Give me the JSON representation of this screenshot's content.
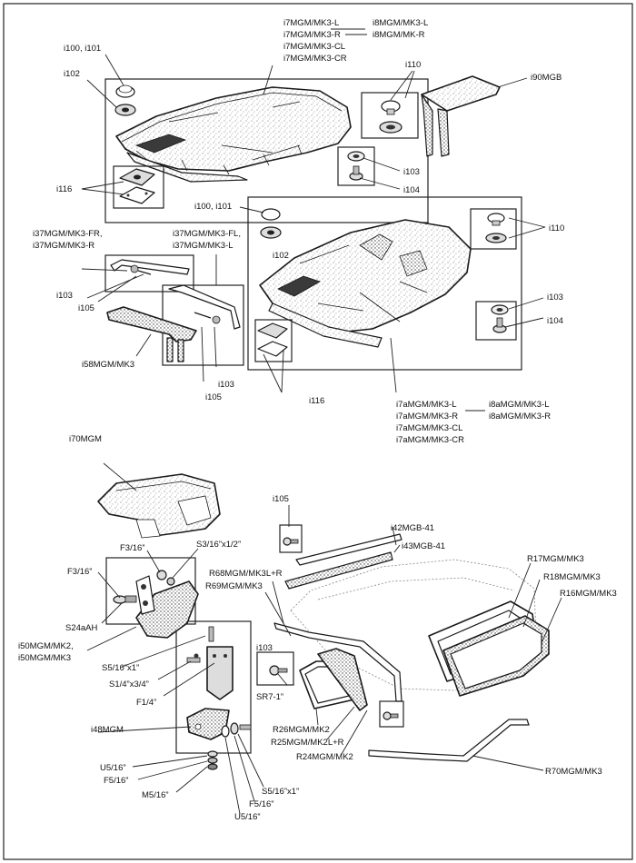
{
  "labels": {
    "i7_mk3": [
      "i7MGM/MK3-L",
      "i7MGM/MK3-R",
      "i7MGM/MK3-CL",
      "i7MGM/MK3-CR"
    ],
    "i8_mk3": [
      "i8MGM/MK3-L",
      "i8MGM/MK-R"
    ],
    "i100_i101": "i100, i101",
    "i102": "i102",
    "i110": "i110",
    "i90mgb": "i90MGB",
    "i103": "i103",
    "i104": "i104",
    "i116": "i116",
    "i37_fr": [
      "i37MGM/MK3-FR,",
      "i37MGM/MK3-R"
    ],
    "i37_fl": [
      "i37MGM/MK3-FL,",
      "i37MGM/MK3-L"
    ],
    "i105": "i105",
    "i58mgm": "i58MGM/MK3",
    "i7a_mk3": [
      "i7aMGM/MK3-L",
      "i7aMGM/MK3-R",
      "i7aMGM/MK3-CL",
      "i7aMGM/MK3-CR"
    ],
    "i8a_mk3": [
      "i8aMGM/MK3-L",
      "i8aMGM/MK3-R"
    ],
    "i70mgm": "i70MGM",
    "i42mgb41": "i42MGB-41",
    "i43mgb41": "i43MGB-41",
    "f3_16a": "F3/16”",
    "s3_16x12": "S3/16”x1/2”",
    "f3_16b": "F3/16”",
    "s24aah": "S24aAH",
    "r68": "R68MGM/MK3L+R",
    "r69": "R69MGM/MK3",
    "r17": "R17MGM/MK3",
    "r18": "R18MGM/MK3",
    "r16": "R16MGM/MK3",
    "i50": [
      "i50MGM/MK2,",
      "i50MGM/MK3"
    ],
    "s5_16x1a": "S5/16”x1”",
    "s1_4x3_4": "S1/4”x3/4”",
    "f1_4": "F1/4”",
    "i48mgm": "i48MGM",
    "u5_16a": "U5/16”",
    "f5_16a": "F5/16”",
    "m5_16": "M5/16”",
    "s5_16x1b": "S5/16”x1”",
    "f5_16b": "F5/16”",
    "u5_16b": "U5/16”",
    "sr7": "SR7-1”",
    "r26": "R26MGM/MK2",
    "r25": "R25MGM/MK2L+R",
    "r24": "R24MGM/MK2",
    "r70": "R70MGM/MK3"
  }
}
